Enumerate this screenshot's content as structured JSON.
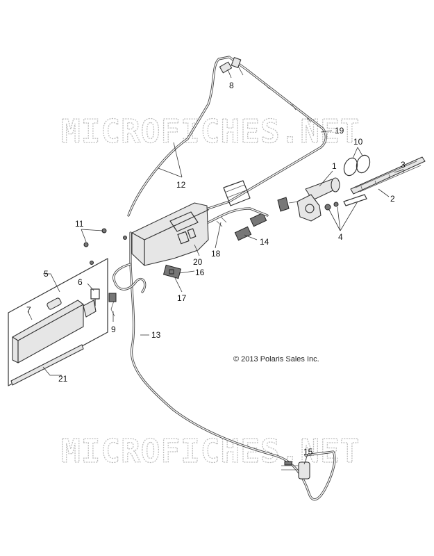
{
  "watermark": {
    "text_top": "MICROFICHES.NET",
    "text_bottom": "MICROFICHES.NET"
  },
  "copyright": "© 2013 Polaris Sales Inc.",
  "callouts": [
    {
      "id": "1",
      "label": "1"
    },
    {
      "id": "2",
      "label": "2"
    },
    {
      "id": "3",
      "label": "3"
    },
    {
      "id": "4",
      "label": "4"
    },
    {
      "id": "5",
      "label": "5"
    },
    {
      "id": "6",
      "label": "6"
    },
    {
      "id": "7",
      "label": "7"
    },
    {
      "id": "8",
      "label": "8"
    },
    {
      "id": "9",
      "label": "9"
    },
    {
      "id": "10",
      "label": "10"
    },
    {
      "id": "11",
      "label": "11"
    },
    {
      "id": "12",
      "label": "12"
    },
    {
      "id": "13",
      "label": "13"
    },
    {
      "id": "14",
      "label": "14"
    },
    {
      "id": "15",
      "label": "15"
    },
    {
      "id": "16",
      "label": "16"
    },
    {
      "id": "17",
      "label": "17"
    },
    {
      "id": "18",
      "label": "18"
    },
    {
      "id": "19",
      "label": "19"
    },
    {
      "id": "20",
      "label": "20"
    },
    {
      "id": "21",
      "label": "21"
    }
  ]
}
